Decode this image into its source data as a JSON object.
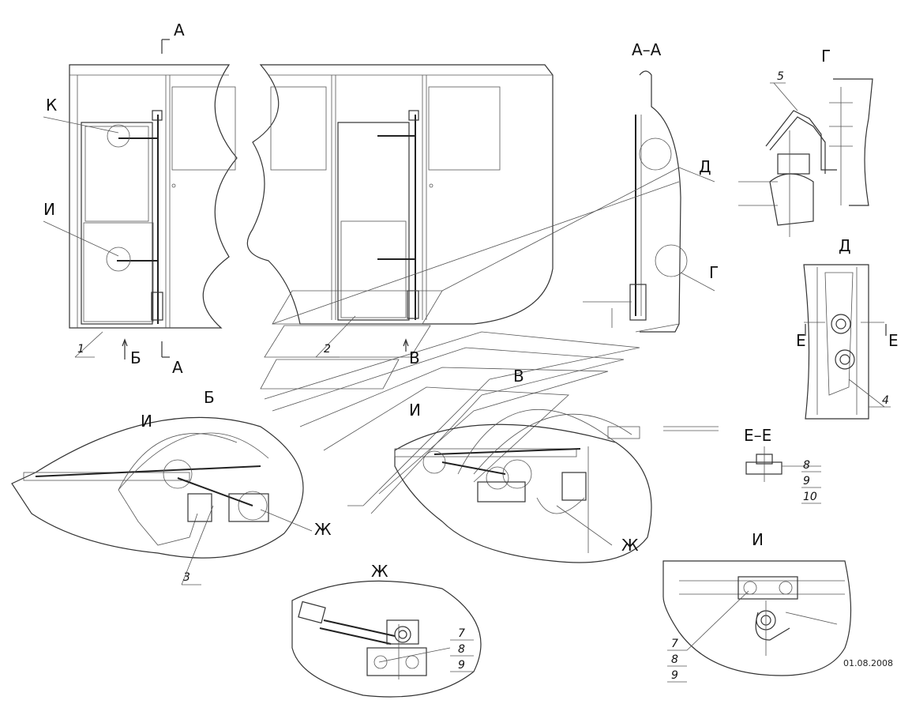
{
  "labels": {
    "section_a_top": "А",
    "section_a_bottom": "А",
    "section_aa": "А–А",
    "k": "К",
    "i_main": "И",
    "b_arrow": "Б",
    "v_arrow": "В",
    "d_callout": "Д",
    "g_callout": "Г",
    "view_g": "Г",
    "view_d": "Д",
    "view_b": "Б",
    "view_v": "В",
    "i_b": "И",
    "zh_b": "Ж",
    "i_v": "И",
    "zh_v": "Ж",
    "e_left": "Е",
    "e_right": "Е",
    "view_ee": "Е–Е",
    "view_zh": "Ж",
    "view_i": "И"
  },
  "positions": {
    "p1": "1",
    "p2": "2",
    "p3": "3",
    "p4": "4",
    "p5": "5",
    "ee_8": "8",
    "ee_9": "9",
    "ee_10": "10",
    "zh_7": "7",
    "zh_8": "8",
    "zh_9": "9",
    "i_7": "7",
    "i_8": "8",
    "i_9": "9"
  },
  "date": "01.08.2008"
}
